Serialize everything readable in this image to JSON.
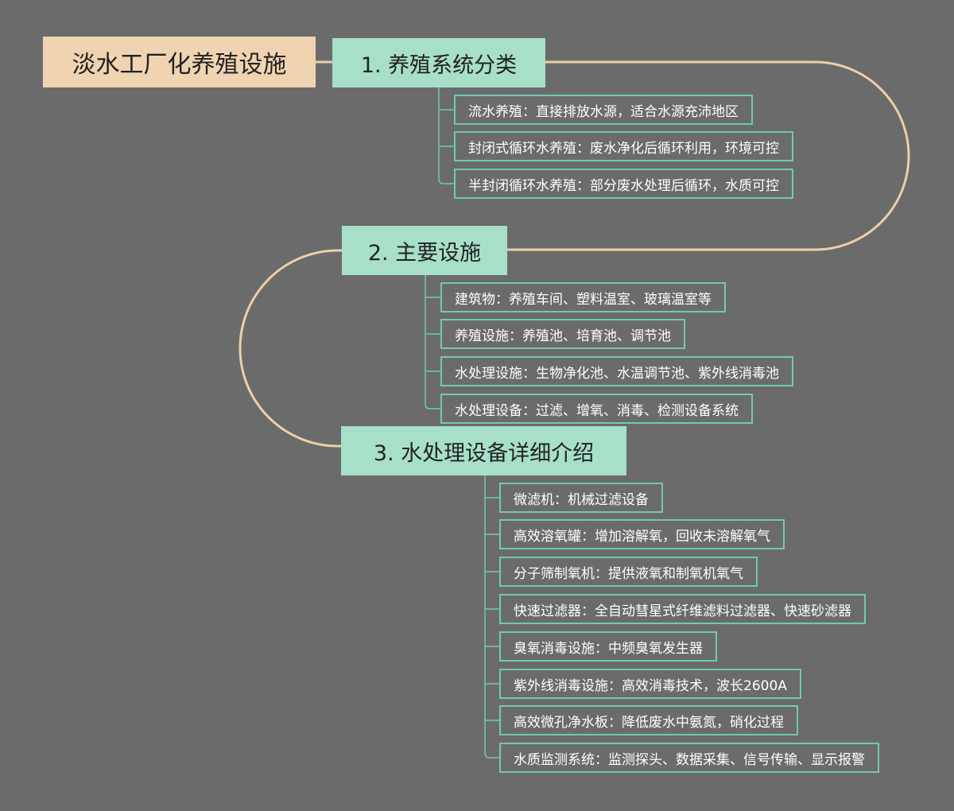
{
  "root": {
    "label": "淡水工厂化养殖设施"
  },
  "colors": {
    "background": "#6b6b6b",
    "root_fill": "#f0d4b1",
    "branch_fill": "#a7dfc9",
    "leaf_border": "#6fcab3",
    "curve": "#eccfaa"
  },
  "branches": [
    {
      "label": "1. 养殖系统分类",
      "items": [
        "流水养殖：直接排放水源，适合水源充沛地区",
        "封闭式循环水养殖：废水净化后循环利用，环境可控",
        "半封闭循环水养殖：部分废水处理后循环，水质可控"
      ]
    },
    {
      "label": "2. 主要设施",
      "items": [
        "建筑物：养殖车间、塑料温室、玻璃温室等",
        "养殖设施：养殖池、培育池、调节池",
        "水处理设施：生物净化池、水温调节池、紫外线消毒池",
        "水处理设备：过滤、增氧、消毒、检测设备系统"
      ]
    },
    {
      "label": "3. 水处理设备详细介绍",
      "items": [
        "微滤机：机械过滤设备",
        "高效溶氧罐：增加溶解氧，回收未溶解氧气",
        "分子筛制氧机：提供液氧和制氧机氧气",
        "快速过滤器：全自动彗星式纤维滤料过滤器、快速砂滤器",
        "臭氧消毒设施：中频臭氧发生器",
        "紫外线消毒设施：高效消毒技术，波长2600A",
        "高效微孔净水板：降低废水中氨氮，硝化过程",
        "水质监测系统：监测探头、数据采集、信号传输、显示报警"
      ]
    }
  ]
}
